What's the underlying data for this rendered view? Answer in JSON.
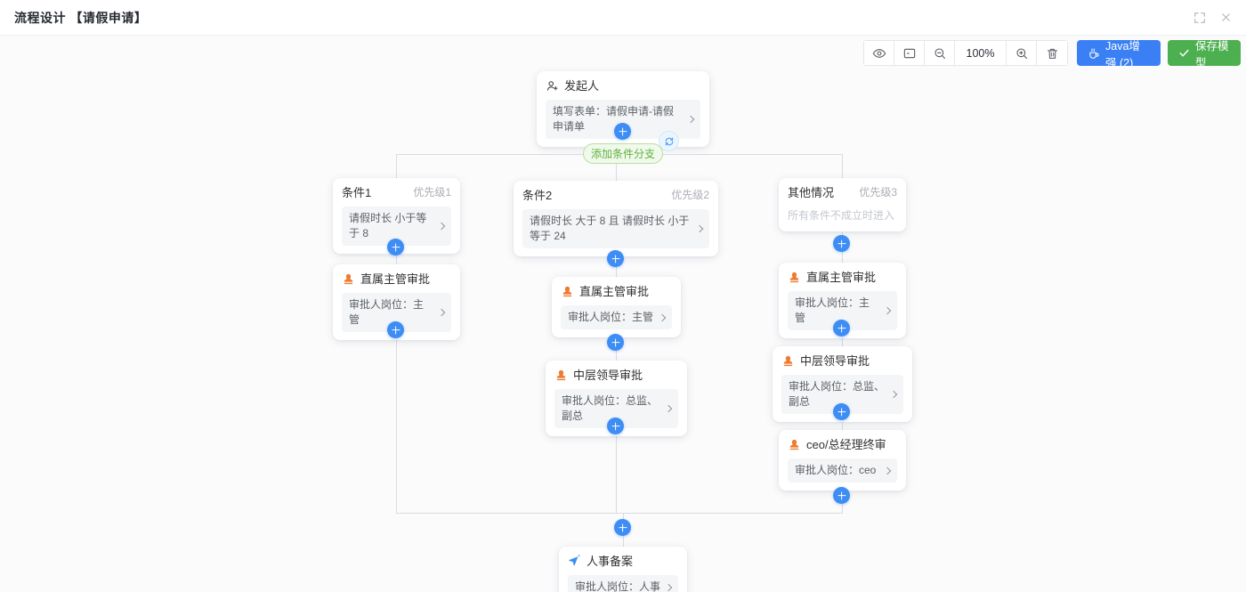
{
  "window": {
    "title": "流程设计 【请假申请】"
  },
  "toolbar": {
    "zoom_level": "100%",
    "java_enhance_label": "Java增强 (2)",
    "save_model_label": "保存模型"
  },
  "canvas": {
    "add_condition_label": "添加条件分支",
    "start_node": {
      "title": "发起人",
      "detail": "填写表单：请假申请-请假申请单"
    },
    "conditions": [
      {
        "title": "条件1",
        "priority": "优先级1",
        "detail": "请假时长 小于等于 8"
      },
      {
        "title": "条件2",
        "priority": "优先级2",
        "detail": "请假时长 大于 8 且 请假时长 小于等于 24"
      },
      {
        "title": "其他情况",
        "priority": "优先级3",
        "detail": "所有条件不成立时进入"
      }
    ],
    "branch1": [
      {
        "title": "直属主管审批",
        "detail": "审批人岗位：主管"
      }
    ],
    "branch2": [
      {
        "title": "直属主管审批",
        "detail": "审批人岗位：主管"
      },
      {
        "title": "中层领导审批",
        "detail": "审批人岗位：总监、副总"
      }
    ],
    "branch3": [
      {
        "title": "直属主管审批",
        "detail": "审批人岗位：主管"
      },
      {
        "title": "中层领导审批",
        "detail": "审批人岗位：总监、副总"
      },
      {
        "title": "ceo/总经理终审",
        "detail": "审批人岗位：ceo"
      }
    ],
    "end_node": {
      "title": "人事备案",
      "detail": "审批人岗位：人事"
    }
  },
  "colors": {
    "accent_blue": "#3d8df5",
    "java_button_blue": "#3a80f4",
    "save_button_green": "#4caf50",
    "branch_pill_green": "#5eb23c",
    "stamp_orange": "#ed7b2f",
    "connector_gray": "#d9dce1",
    "canvas_bg": "#fbfbfc"
  },
  "icons": {
    "fullscreen": "fullscreen-icon",
    "close": "close-icon",
    "preview": "eye-icon",
    "minimap": "minimap-icon",
    "zoom_out": "zoom-out-icon",
    "zoom_in": "zoom-in-icon",
    "delete": "trash-icon",
    "java": "java-cup-icon",
    "save": "check-icon",
    "start": "user-add-icon",
    "approval": "stamp-icon",
    "end": "send-icon",
    "add_node": "plus-icon",
    "loop": "refresh-icon",
    "detail": "chevron-right-icon"
  }
}
